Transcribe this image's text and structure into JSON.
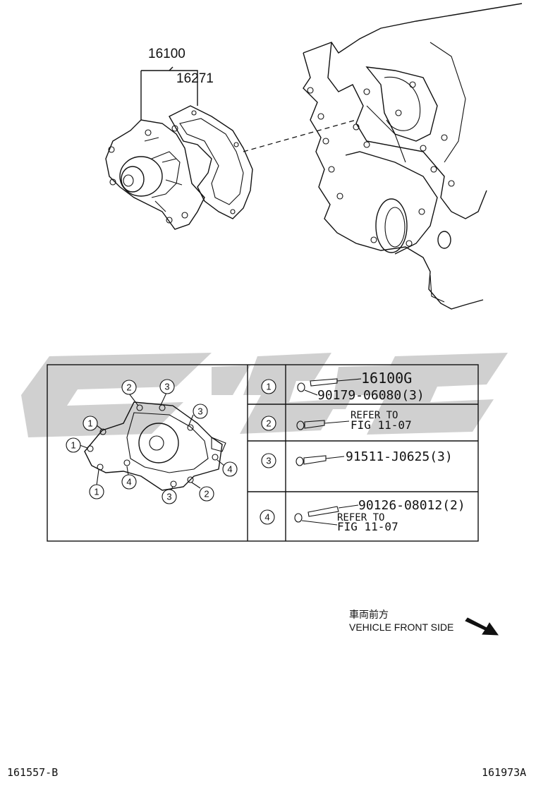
{
  "part_labels": {
    "pump_assembly": "16100",
    "gasket": "16271"
  },
  "bolt_table": {
    "rows": [
      {
        "id": "1",
        "lines": [
          "16100G",
          "90179-06080(3)"
        ]
      },
      {
        "id": "2",
        "lines": [
          "REFER TO",
          "FIG 11-07"
        ]
      },
      {
        "id": "3",
        "lines": [
          "91511-J0625(3)"
        ]
      },
      {
        "id": "4",
        "lines": [
          "90126-08012(2)",
          "REFER TO",
          "FIG 11-07"
        ]
      }
    ]
  },
  "diagram_callouts": [
    "2",
    "3",
    "3",
    "1",
    "1",
    "1",
    "4",
    "4",
    "3",
    "2"
  ],
  "direction": {
    "japanese": "車両前方",
    "english": "VEHICLE FRONT SIDE"
  },
  "footer": {
    "left_code": "161557-B",
    "right_code": "161973A"
  },
  "colors": {
    "line": "#111111",
    "watermark": "#c8c8c8"
  }
}
